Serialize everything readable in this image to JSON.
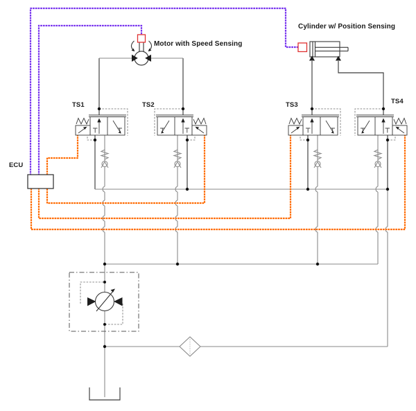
{
  "diagram": {
    "labels": {
      "ecu": "ECU",
      "ts1": "TS1",
      "ts2": "TS2",
      "ts3": "TS3",
      "ts4": "TS4",
      "motor": "Motor with Speed Sensing",
      "cylinder": "Cylinder w/ Position Sensing"
    },
    "colors": {
      "signal_purple": "#7733EE",
      "control_orange": "#FF6A00",
      "sensor_red": "#E03131",
      "line": "#8A8A8A",
      "line_dark": "#3A3A3A"
    }
  }
}
